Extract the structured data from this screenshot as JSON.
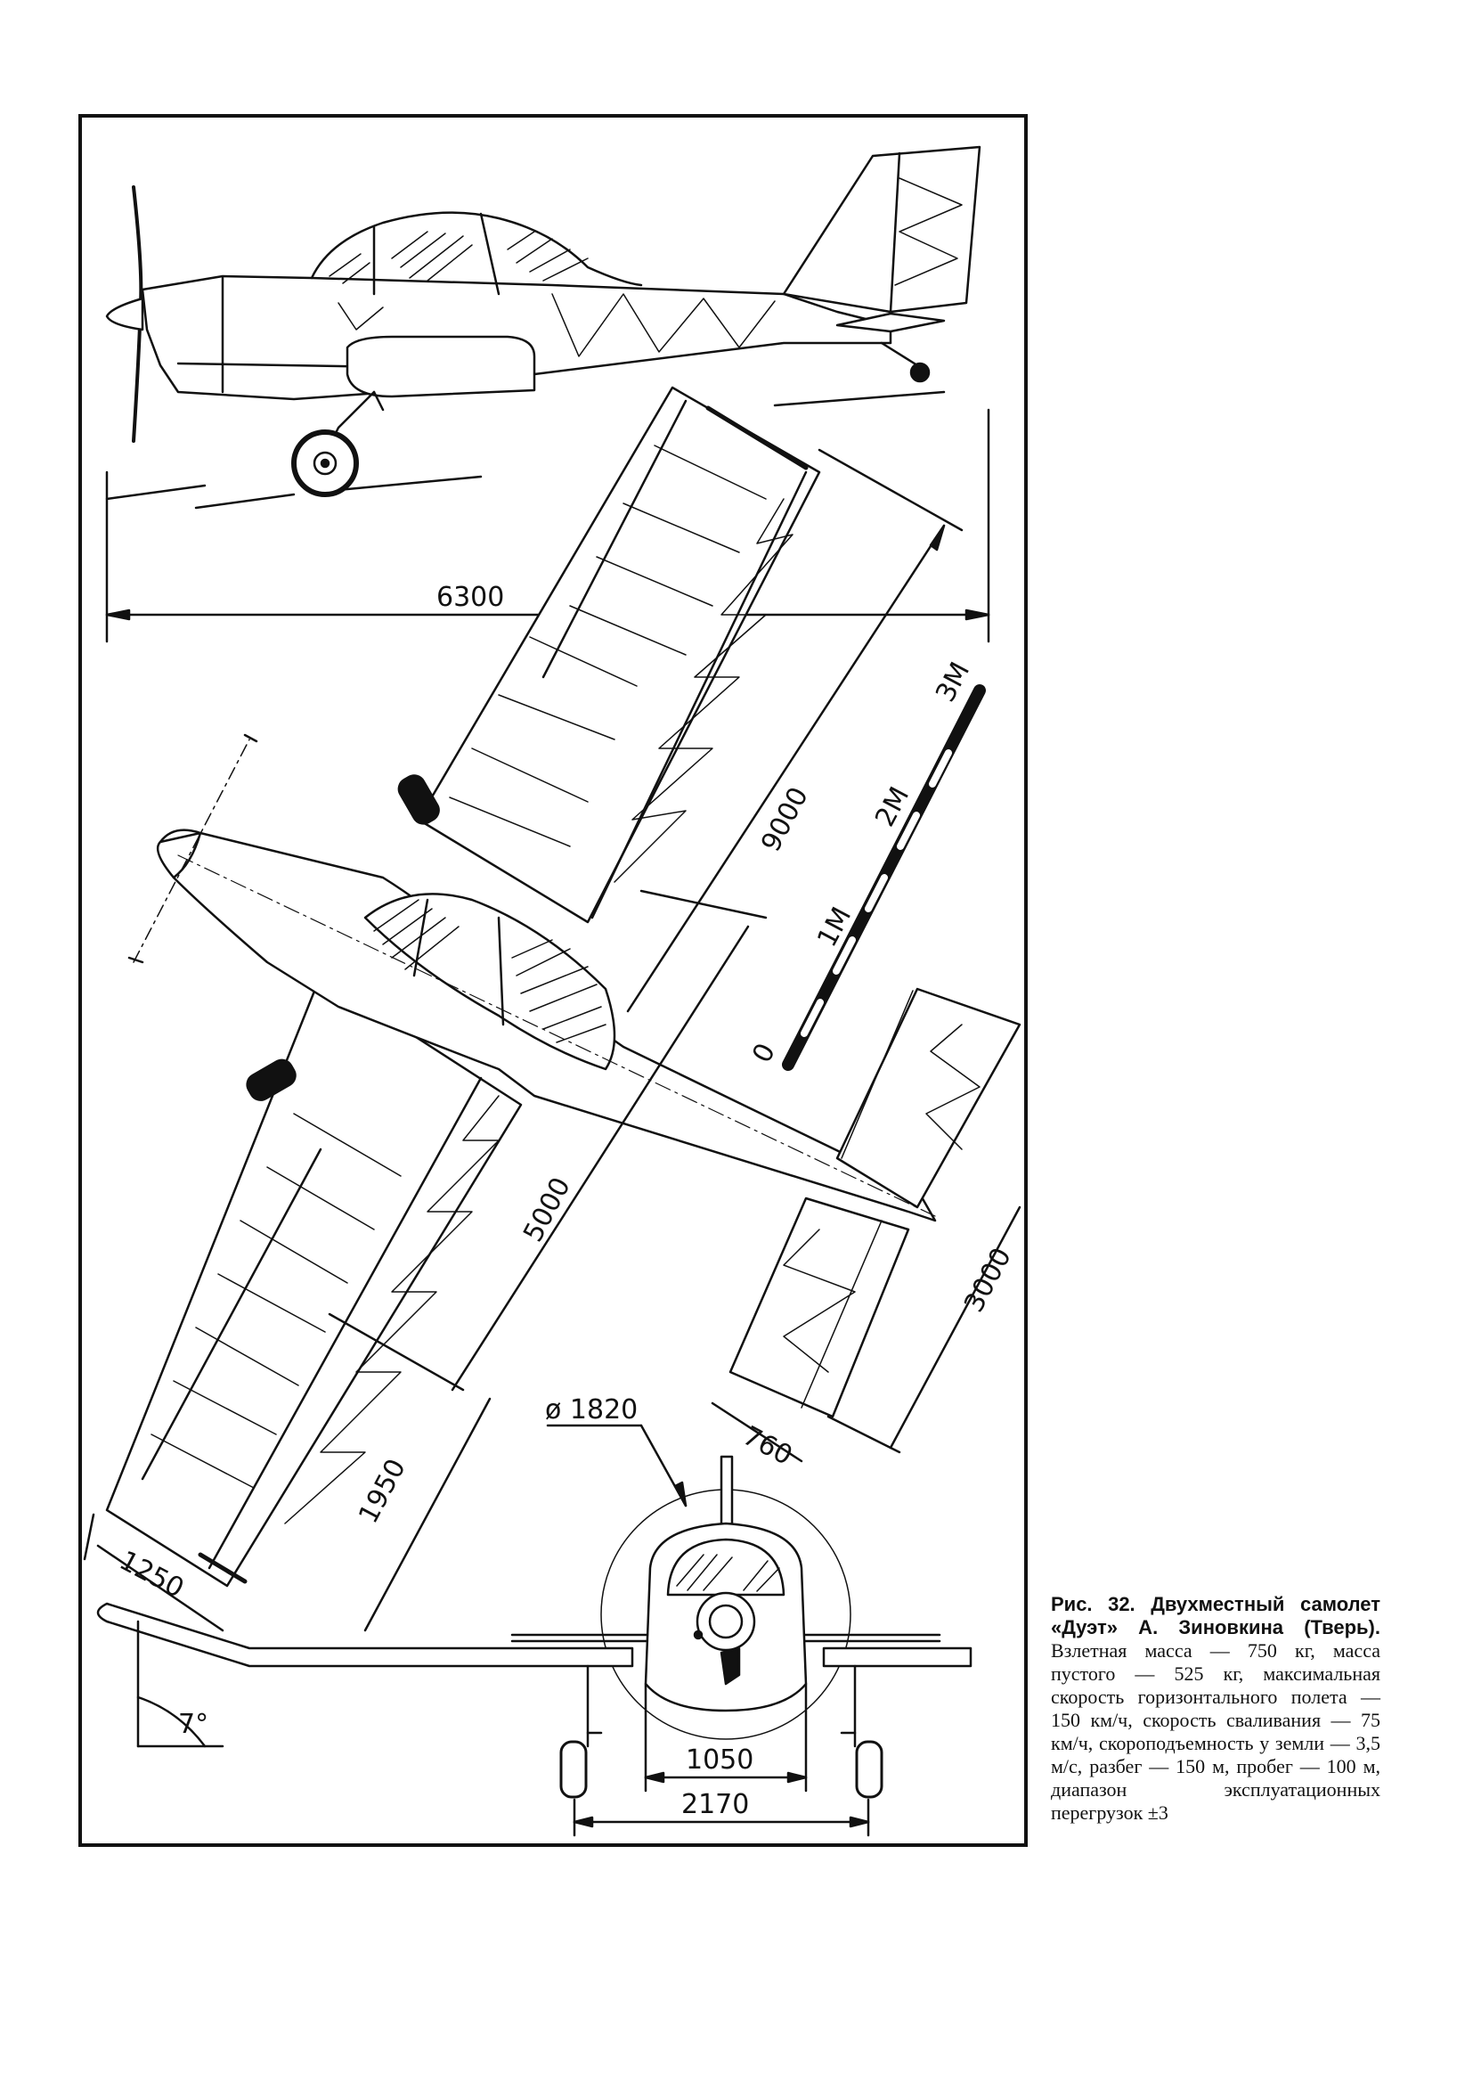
{
  "dimensions": {
    "fuselage_length": "6300",
    "wing_span": "9000",
    "wing_section_1": "5000",
    "wing_section_2": "1950",
    "wing_chord": "1250",
    "tail_span": "3000",
    "tail_chord": "760",
    "prop_diameter": "ø 1820",
    "cabin_width": "1050",
    "gear_track": "2170",
    "dihedral": "7°"
  },
  "scale_bar": {
    "labels": [
      "0",
      "1M",
      "2M",
      "3M"
    ]
  },
  "caption": {
    "title": "Рис. 32. Двухместный самолет «Дуэт» А. Зиновкина (Тверь).",
    "body": "Взлетная масса — 750 кг, масса пустого — 525 кг, максимальная скорость горизонтального полета — 150 км/ч, скорость сваливания — 75 км/ч, скороподъемность у земли — 3,5 м/с, разбег — 150 м, пробег — 100 м, диапазон эксплуатационных перегрузок ±3"
  },
  "colors": {
    "ink": "#111111",
    "paper": "#ffffff"
  }
}
